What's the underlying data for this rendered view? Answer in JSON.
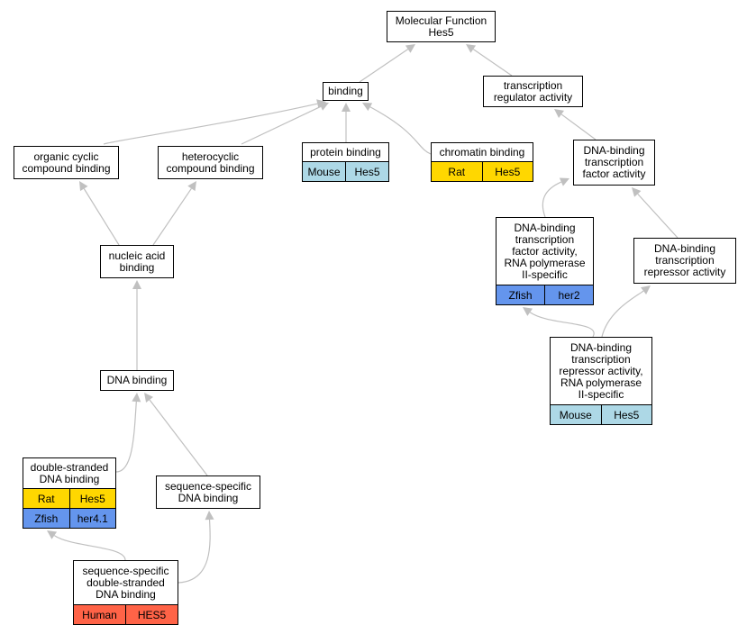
{
  "colors": {
    "edge": "#c0c0c0",
    "Mouse": "#add8e6",
    "Rat": "#ffd700",
    "Zfish": "#6495ed",
    "Human": "#ff6347"
  },
  "nodes": {
    "mf": {
      "label": "Molecular Function\nHes5"
    },
    "binding": {
      "label": "binding"
    },
    "tra": {
      "label": "transcription\nregulator activity"
    },
    "organic": {
      "label": "organic cyclic\ncompound binding"
    },
    "hetero": {
      "label": "heterocyclic\ncompound binding"
    },
    "protein": {
      "label": "protein binding",
      "rows": [
        {
          "species": "Mouse",
          "gene": "Hes5"
        }
      ]
    },
    "chromatin": {
      "label": "chromatin binding",
      "rows": [
        {
          "species": "Rat",
          "gene": "Hes5"
        }
      ]
    },
    "dbtfa": {
      "label": "DNA-binding\ntranscription\nfactor activity"
    },
    "dbtfa2": {
      "label": "DNA-binding\ntranscription\nfactor activity,\nRNA polymerase\nII-specific",
      "rows": [
        {
          "species": "Zfish",
          "gene": "her2"
        }
      ]
    },
    "nucleic": {
      "label": "nucleic acid\nbinding"
    },
    "dbtra": {
      "label": "DNA-binding\ntranscription\nrepressor activity"
    },
    "dbtra2": {
      "label": "DNA-binding\ntranscription\nrepressor activity,\nRNA polymerase\nII-specific",
      "rows": [
        {
          "species": "Mouse",
          "gene": "Hes5"
        }
      ]
    },
    "dna": {
      "label": "DNA binding"
    },
    "dsdna": {
      "label": "double-stranded\nDNA binding",
      "rows": [
        {
          "species": "Rat",
          "gene": "Hes5"
        },
        {
          "species": "Zfish",
          "gene": "her4.1"
        }
      ]
    },
    "ssdna": {
      "label": "sequence-specific\nDNA binding"
    },
    "ssdsdna": {
      "label": "sequence-specific\ndouble-stranded\nDNA binding",
      "rows": [
        {
          "species": "Human",
          "gene": "HES5"
        }
      ]
    }
  },
  "edges": [
    [
      "binding",
      "mf"
    ],
    [
      "tra",
      "mf"
    ],
    [
      "organic",
      "binding"
    ],
    [
      "hetero",
      "binding"
    ],
    [
      "protein",
      "binding"
    ],
    [
      "chromatin",
      "binding"
    ],
    [
      "dbtfa",
      "tra"
    ],
    [
      "nucleic",
      "organic"
    ],
    [
      "nucleic",
      "hetero"
    ],
    [
      "dbtfa2",
      "dbtfa"
    ],
    [
      "dbtra",
      "dbtfa"
    ],
    [
      "dna",
      "nucleic"
    ],
    [
      "dbtra2",
      "dbtfa2"
    ],
    [
      "dbtra2",
      "dbtra"
    ],
    [
      "dsdna",
      "dna"
    ],
    [
      "ssdna",
      "dna"
    ],
    [
      "ssdsdna",
      "dsdna"
    ],
    [
      "ssdsdna",
      "ssdna"
    ]
  ]
}
